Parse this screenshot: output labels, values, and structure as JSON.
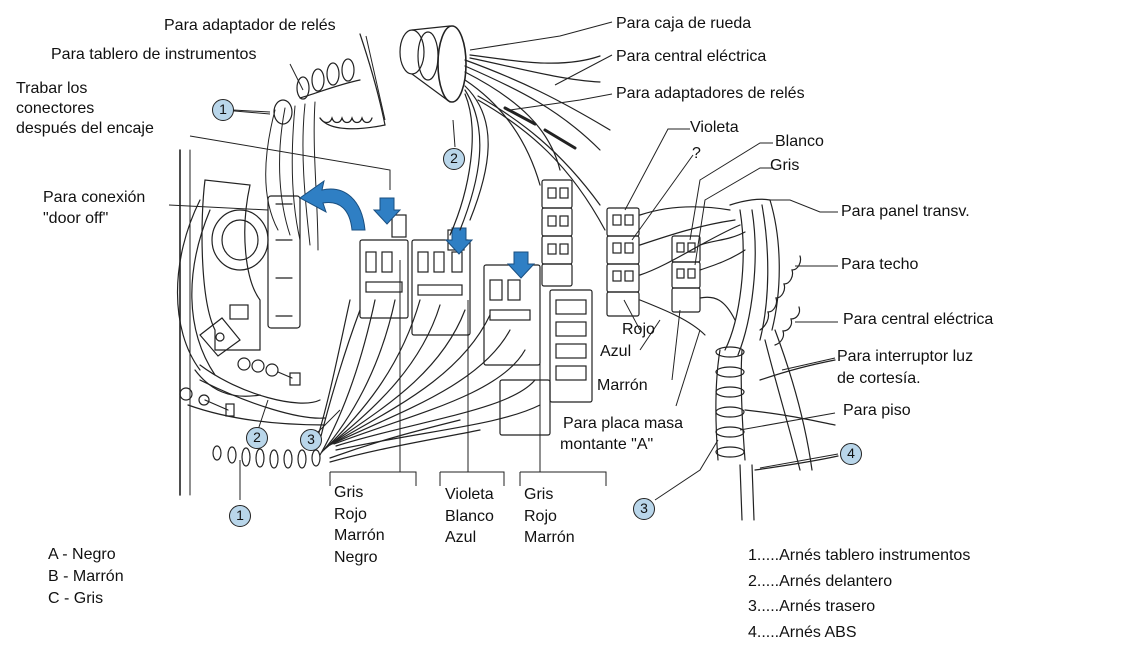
{
  "labels": {
    "adaptador_reles": "Para adaptador de relés",
    "tablero": "Para tablero de instrumentos",
    "trabar_1": "Trabar los",
    "trabar_2": "conectores",
    "trabar_3": "después del encaje",
    "door_1": "Para conexión",
    "door_2": "\"door off\"",
    "caja_rueda": "Para caja de rueda",
    "central_1": "Para central eléctrica",
    "adaptadores_reles": "Para adaptadores de relés",
    "violeta": "Violeta",
    "pregunta": "?",
    "blanco": "Blanco",
    "gris": "Gris",
    "panel": "Para panel transv.",
    "techo": "Para techo",
    "central_2": "Para central eléctrica",
    "interruptor_1": "Para interruptor luz",
    "interruptor_2": "de cortesía.",
    "piso": "Para piso",
    "rojo": "Rojo",
    "azul": "Azul",
    "marron": "Marrón",
    "placa_1": "Para placa masa",
    "placa_2": "montante \"A\""
  },
  "groups": [
    [
      "Gris",
      "Rojo",
      "Marrón",
      "Negro"
    ],
    [
      "Violeta",
      "Blanco",
      "Azul"
    ],
    [
      "Gris",
      "Rojo",
      "Marrón"
    ]
  ],
  "color_legend": [
    {
      "letter": "A -",
      "name": "Negro"
    },
    {
      "letter": "B -",
      "name": "Marrón"
    },
    {
      "letter": "C -",
      "name": "Gris"
    }
  ],
  "harness_legend": [
    "1.....Arnés tablero instrumentos",
    "2.....Arnés delantero",
    "3.....Arnés trasero",
    "4.....Arnés ABS"
  ],
  "badges": [
    "1",
    "2",
    "1",
    "2",
    "3",
    "3",
    "4"
  ],
  "colors": {
    "badge_fill": "#b9d6ea",
    "arrow_blue": "#2f7fc4",
    "line": "#222222"
  }
}
